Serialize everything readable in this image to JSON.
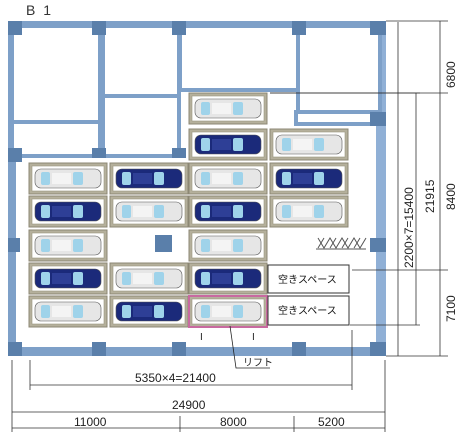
{
  "floor_label": "B 1",
  "dimensions": {
    "top_right": "6800",
    "middle_right": "8400",
    "total_right": "21915",
    "bottom_right": "7100",
    "module_vertical": "2200×7=15400",
    "module_horizontal": "5350×4=21400",
    "total_width": "24900",
    "bottom_segments": [
      "11000",
      "8000",
      "5200"
    ]
  },
  "lift_label": "リフト",
  "lift_marks": [
    "I",
    "I"
  ],
  "empty_spaces": [
    "空きスペース",
    "空きスペース"
  ],
  "parking_slots": [
    {
      "row": 0,
      "col": 2,
      "car": "silver"
    },
    {
      "row": 1,
      "col": 2,
      "car": "navy"
    },
    {
      "row": 1,
      "col": 3,
      "car": "silver"
    },
    {
      "row": 2,
      "col": 0,
      "car": "silver"
    },
    {
      "row": 2,
      "col": 1,
      "car": "navy"
    },
    {
      "row": 2,
      "col": 2,
      "car": "silver"
    },
    {
      "row": 2,
      "col": 3,
      "car": "navy"
    },
    {
      "row": 3,
      "col": 0,
      "car": "navy"
    },
    {
      "row": 3,
      "col": 1,
      "car": "silver"
    },
    {
      "row": 3,
      "col": 2,
      "car": "navy"
    },
    {
      "row": 3,
      "col": 3,
      "car": "silver"
    },
    {
      "row": 4,
      "col": 0,
      "car": "silver"
    },
    {
      "row": 4,
      "col": 2,
      "car": "silver"
    },
    {
      "row": 5,
      "col": 0,
      "car": "navy"
    },
    {
      "row": 5,
      "col": 1,
      "car": "silver"
    },
    {
      "row": 5,
      "col": 2,
      "car": "navy"
    },
    {
      "row": 6,
      "col": 0,
      "car": "silver"
    },
    {
      "row": 6,
      "col": 1,
      "car": "navy"
    },
    {
      "row": 6,
      "col": 2,
      "car": "silver",
      "lift": true
    }
  ],
  "colors": {
    "structure": "#7ea0c8",
    "structure_dark": "#5a7faa",
    "slot_frame": "#b5b09c",
    "car_silver": "#e6e6e6",
    "car_navy": "#1b2a7a",
    "glass": "#9fd3ea",
    "lift_frame": "#c86aa0"
  }
}
